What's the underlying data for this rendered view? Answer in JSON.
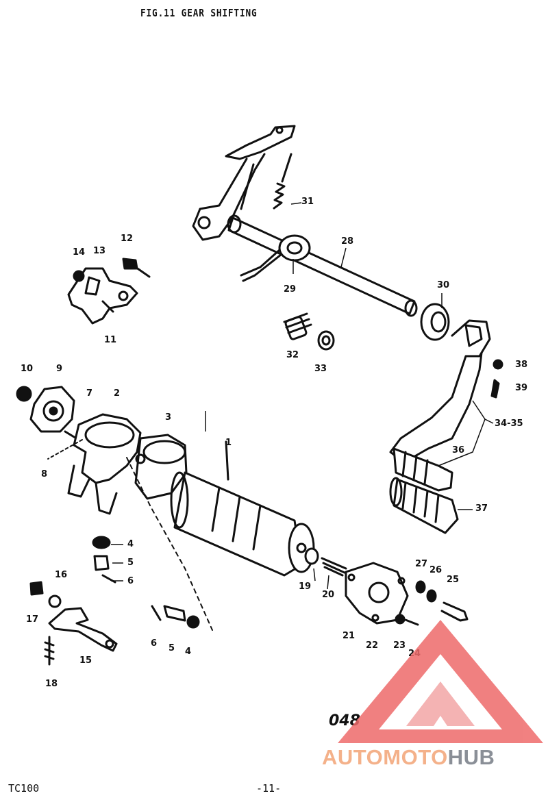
{
  "title": "FIG.11  GEAR SHIFTING",
  "footer": {
    "model": "TC100",
    "page": "-11-"
  },
  "page_code": "048",
  "watermark": {
    "part1": "AUTOMOTO",
    "part2": "HUB"
  },
  "callouts": {
    "c1": "1",
    "c2": "2",
    "c3": "3",
    "c4a": "4",
    "c4b": "4",
    "c5a": "5",
    "c5b": "5",
    "c6a": "6",
    "c6b": "6",
    "c7": "7",
    "c8": "8",
    "c9": "9",
    "c10": "10",
    "c11": "11",
    "c12": "12",
    "c13": "13",
    "c14": "14",
    "c15": "15",
    "c16": "16",
    "c17": "17",
    "c18": "18",
    "c19": "19",
    "c20": "20",
    "c21": "21",
    "c22": "22",
    "c23": "23",
    "c24": "24",
    "c25": "25",
    "c26": "26",
    "c27": "27",
    "c28": "28",
    "c29": "29",
    "c30": "30",
    "c31": "31",
    "c32": "32",
    "c33": "33",
    "c34": "34-35",
    "c36": "36",
    "c37": "37",
    "c38": "38",
    "c39": "39"
  }
}
